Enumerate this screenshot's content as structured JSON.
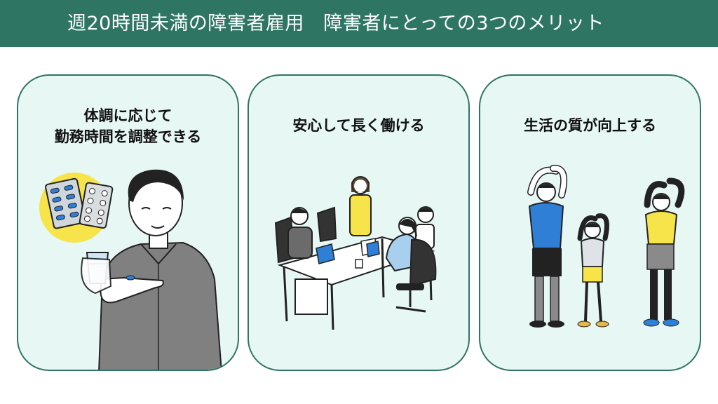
{
  "header": {
    "title": "週20時間未満の障害者雇用　障害者にとっての3つのメリット"
  },
  "cards": [
    {
      "title_lines": [
        "体調に応じて",
        "勤務時間を調整できる"
      ],
      "illustration": "man-taking-medicine-illustration"
    },
    {
      "title_lines": [
        "安心して長く働ける"
      ],
      "illustration": "office-meeting-illustration"
    },
    {
      "title_lines": [
        "生活の質が向上する"
      ],
      "illustration": "family-stretching-illustration"
    }
  ],
  "colors": {
    "header_bg": "#2e7563",
    "card_bg": "#e6f7f4",
    "card_border": "#2e7563",
    "accent_yellow": "#f7e34a",
    "accent_blue": "#2f7fd6"
  }
}
